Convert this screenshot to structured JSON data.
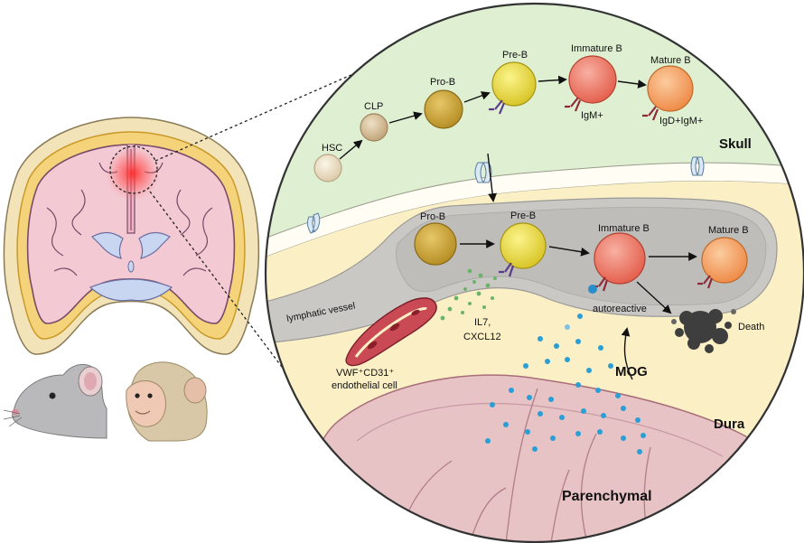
{
  "colors": {
    "skull": "#dff0d2",
    "dura": "#fbefc6",
    "vessel": "#cfcfcc",
    "parenchyma": "#e7c3c6",
    "pro_b": "#c9a23a",
    "pre_b": "#e8dc3a",
    "immature_b": "#f07b6a",
    "mature_b": "#f5a56a",
    "clp": "#d8c4a0",
    "hsc": "#f0e6cf",
    "mog": "#3aa6d8",
    "chemokine": "#6bb36b",
    "death": "#3e3e3e"
  },
  "skull_row": {
    "hsc": "HSC",
    "clp": "CLP",
    "pro_b": "Pro-B",
    "pre_b": "Pre-B",
    "immature_b": "Immature B",
    "mature_b": "Mature B",
    "igm": "IgM+",
    "igd_igm": "IgD+IgM+"
  },
  "dura_row": {
    "pro_b": "Pro-B",
    "pre_b": "Pre-B",
    "immature_b": "Immature B",
    "mature_b": "Mature B",
    "lymphatic_vessel": "lymphatic vessel",
    "autoreactive": "autoreactive",
    "death": "Death",
    "il7_line1": "IL7,",
    "il7_line2": "CXCL12",
    "endo_line1": "VWF⁺CD31⁺",
    "endo_line2": "endothelial cell",
    "mog": "MOG"
  },
  "regions": {
    "skull": "Skull",
    "dura": "Dura",
    "parenchymal": "Parenchymal"
  },
  "icons": [
    "brain-coronal-section-icon",
    "mouse-icon",
    "monkey-icon"
  ]
}
